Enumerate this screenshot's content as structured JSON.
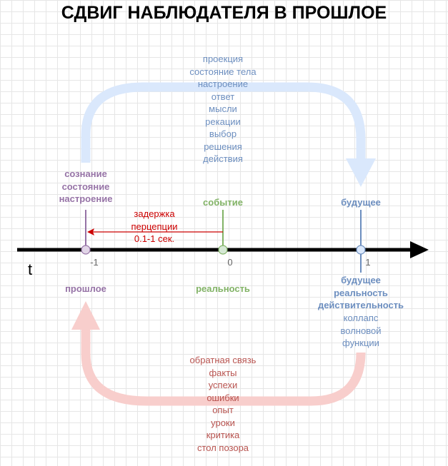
{
  "title": "СДВИГ НАБЛЮДАТЕЛЯ В ПРОШЛОЕ",
  "colors": {
    "axis": "#000000",
    "blue": "#6c8ebf",
    "purple": "#9673a6",
    "green": "#82b366",
    "red": "#b85450",
    "delay_arrow": "#cc0000"
  },
  "axis": {
    "label": "t"
  },
  "points": [
    {
      "tick": "-1",
      "top": [
        "сознание",
        "состояние",
        "настроение"
      ],
      "bottom": [
        "прошлое"
      ]
    },
    {
      "tick": "0",
      "top": [
        "событие"
      ],
      "bottom": [
        "реальность"
      ]
    },
    {
      "tick": "1",
      "top": [
        "будущее"
      ],
      "bottom": [
        "будущее",
        "реальность",
        "действительность"
      ],
      "bottom_extra": [
        "коллапс",
        "волновой",
        "функции"
      ]
    }
  ],
  "delay": [
    "задержка",
    "перцепции",
    "0.1-1 сек."
  ],
  "forward_arc": [
    "проекция",
    "состояние тела",
    "настроение",
    "ответ",
    "мысли",
    "рекации",
    "выбор",
    "решения",
    "действия"
  ],
  "feedback_arc": [
    "обратная связь",
    "факты",
    "успехи",
    "ошибки",
    "опыт",
    "уроки",
    "критика",
    "стол позора"
  ]
}
